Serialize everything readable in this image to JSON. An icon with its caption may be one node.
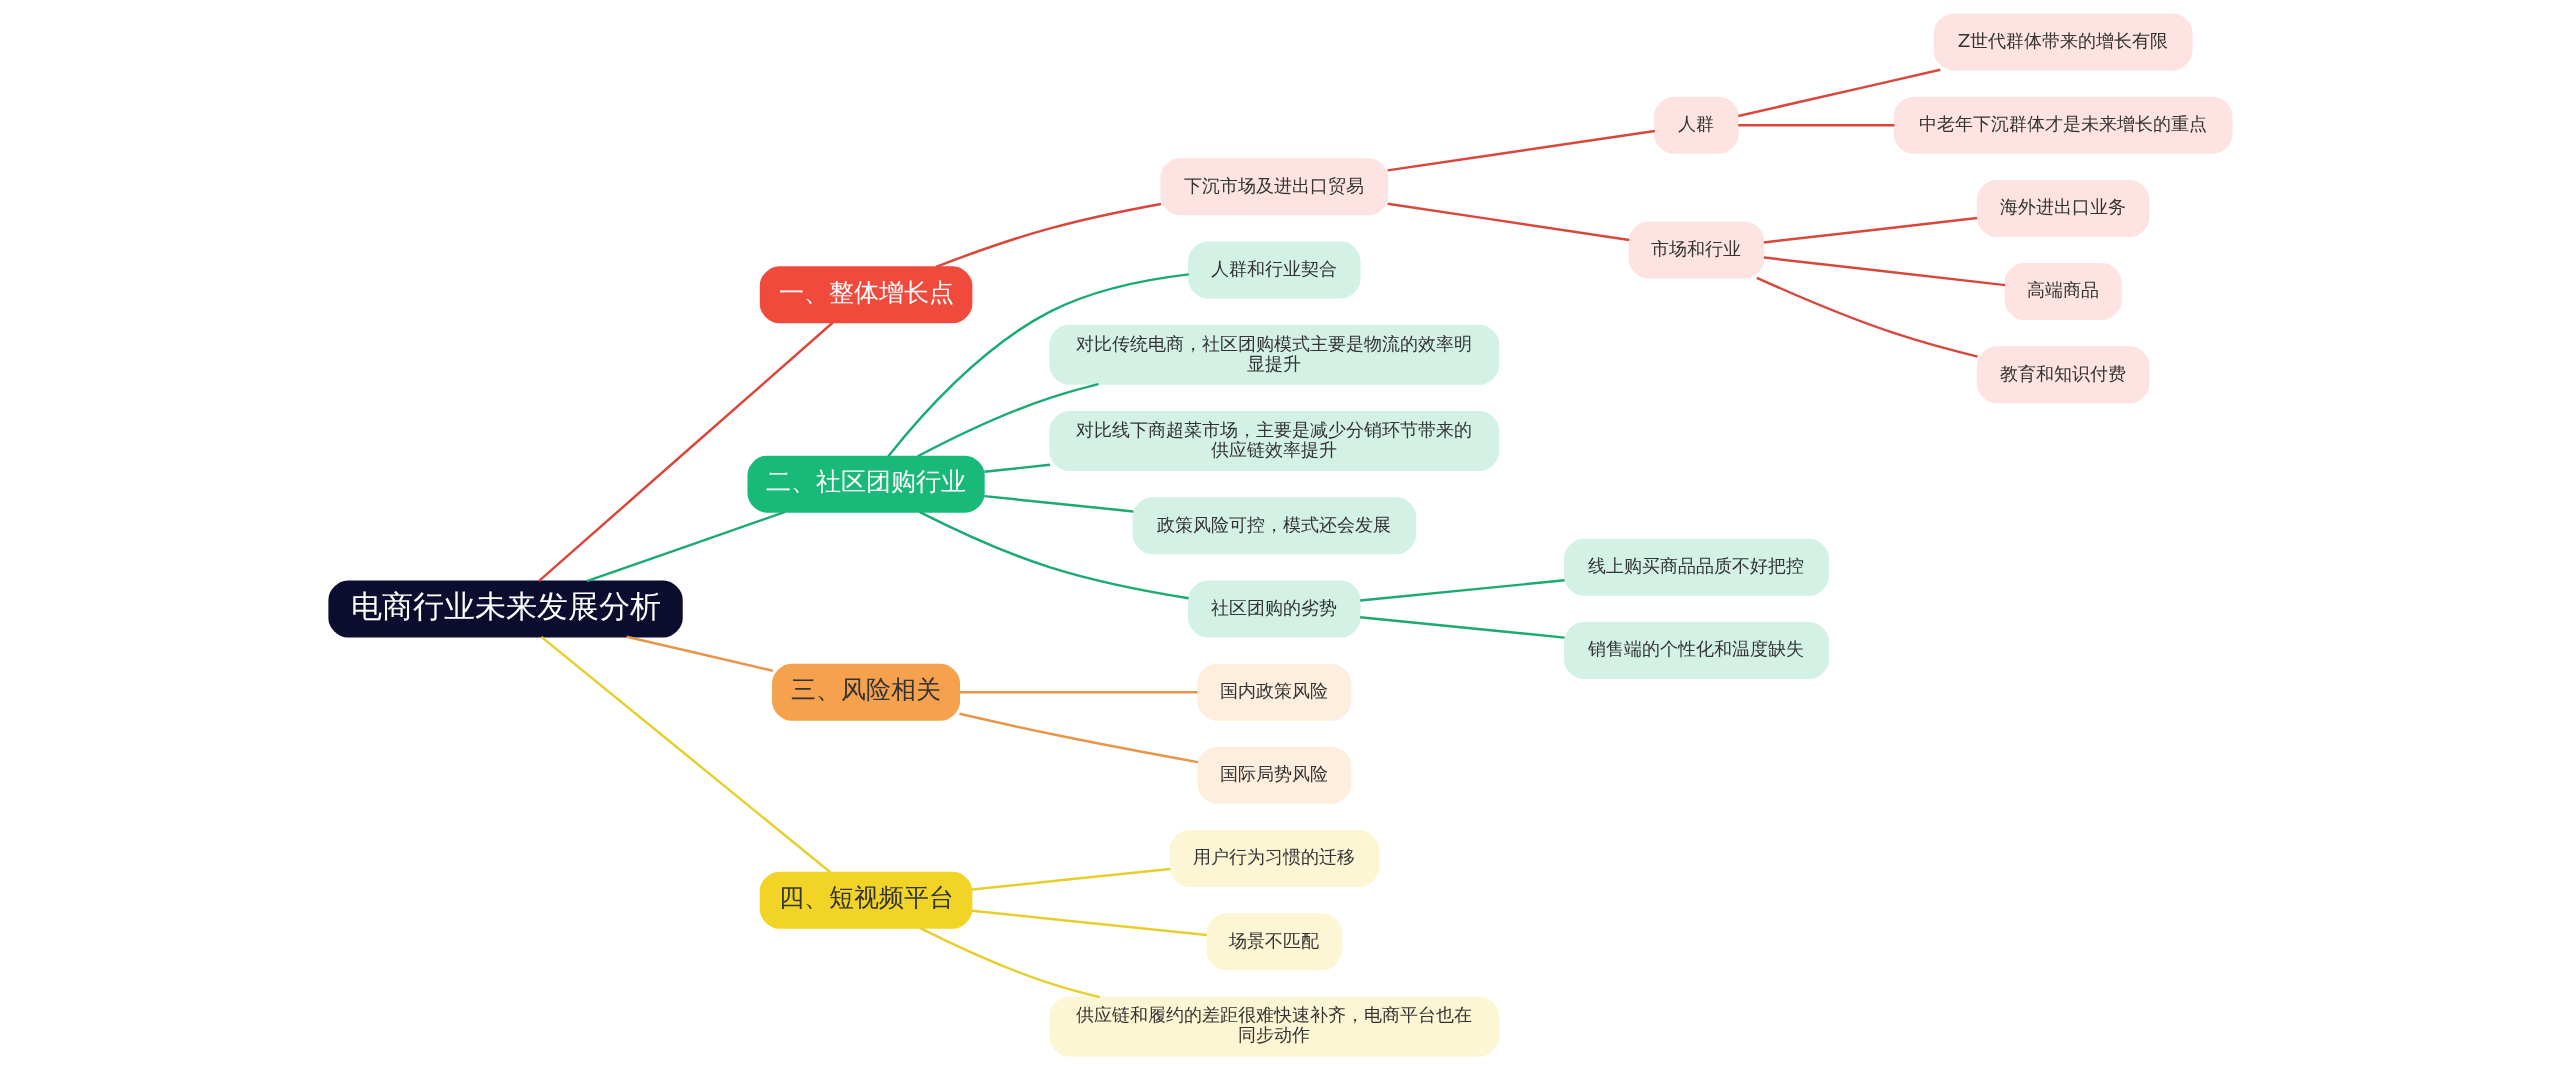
{
  "diagram": {
    "nodes": [
      {
        "text": [
          "电商行业未来发展分析"
        ]
      },
      {
        "text": [
          "一、整体增长点"
        ]
      },
      {
        "text": [
          "下沉市场及进出口贸易"
        ]
      },
      {
        "text": [
          "人群"
        ]
      },
      {
        "text": [
          "Z世代群体带来的增长有限"
        ]
      },
      {
        "text": [
          "中老年下沉群体才是未来增长的重点"
        ]
      },
      {
        "text": [
          "市场和行业"
        ]
      },
      {
        "text": [
          "海外进出口业务"
        ]
      },
      {
        "text": [
          "高端商品"
        ]
      },
      {
        "text": [
          "教育和知识付费"
        ]
      },
      {
        "text": [
          "二、社区团购行业"
        ]
      },
      {
        "text": [
          "人群和行业契合"
        ]
      },
      {
        "text": [
          "对比传统电商，社区团购模式主要是物流的效率明显提升"
        ]
      },
      {
        "text": [
          "对比线下商超菜市场，主要是减少分销环节带来的供应链效率提升"
        ]
      },
      {
        "text": [
          "政策风险可控，模式还会发展"
        ]
      },
      {
        "text": [
          "社区团购的劣势"
        ]
      },
      {
        "text": [
          "线上购买商品品质不好把控"
        ]
      },
      {
        "text": [
          "销售端的个性化和温度缺失"
        ]
      },
      {
        "text": [
          "三、风险相关"
        ]
      },
      {
        "text": [
          "国内政策风险"
        ]
      },
      {
        "text": [
          "国际局势风险"
        ]
      },
      {
        "text": [
          "四、短视频平台"
        ]
      },
      {
        "text": [
          "用户行为习惯的迁移"
        ]
      },
      {
        "text": [
          "场景不匹配"
        ]
      },
      {
        "text": [
          "供应链和履约的差距很难快速补齐，电商平台也在同步动作"
        ]
      }
    ],
    "edges": [
      {
        "from": 0,
        "to": 1,
        "arrow": "none",
        "color": "#d9473c"
      },
      {
        "from": 1,
        "to": 2,
        "arrow": "none",
        "color": "#d9473c"
      },
      {
        "from": 2,
        "to": 3,
        "arrow": "none",
        "color": "#d9473c"
      },
      {
        "from": 3,
        "to": 4,
        "arrow": "none",
        "color": "#d9473c"
      },
      {
        "from": 3,
        "to": 5,
        "arrow": "none",
        "color": "#d9473c"
      },
      {
        "from": 2,
        "to": 6,
        "arrow": "none",
        "color": "#d9473c"
      },
      {
        "from": 6,
        "to": 7,
        "arrow": "none",
        "color": "#d9473c"
      },
      {
        "from": 6,
        "to": 8,
        "arrow": "none",
        "color": "#d9473c"
      },
      {
        "from": 6,
        "to": 9,
        "arrow": "none",
        "color": "#d9473c"
      },
      {
        "from": 0,
        "to": 10,
        "arrow": "none",
        "color": "#1aaa72"
      },
      {
        "from": 10,
        "to": 11,
        "arrow": "none",
        "color": "#1aaa72"
      },
      {
        "from": 10,
        "to": 12,
        "arrow": "none",
        "color": "#1aaa72"
      },
      {
        "from": 10,
        "to": 13,
        "arrow": "none",
        "color": "#1aaa72"
      },
      {
        "from": 10,
        "to": 14,
        "arrow": "none",
        "color": "#1aaa72"
      },
      {
        "from": 10,
        "to": 15,
        "arrow": "none",
        "color": "#1aaa72"
      },
      {
        "from": 15,
        "to": 16,
        "arrow": "none",
        "color": "#1aaa72"
      },
      {
        "from": 15,
        "to": 17,
        "arrow": "none",
        "color": "#1aaa72"
      },
      {
        "from": 0,
        "to": 18,
        "arrow": "none",
        "color": "#e8954a"
      },
      {
        "from": 18,
        "to": 19,
        "arrow": "none",
        "color": "#e8954a"
      },
      {
        "from": 18,
        "to": 20,
        "arrow": "none",
        "color": "#e8954a"
      },
      {
        "from": 0,
        "to": 21,
        "arrow": "none",
        "color": "#e6cf2c"
      },
      {
        "from": 21,
        "to": 22,
        "arrow": "none",
        "color": "#e6cf2c"
      },
      {
        "from": 21,
        "to": 23,
        "arrow": "none",
        "color": "#e6cf2c"
      },
      {
        "from": 21,
        "to": 24,
        "arrow": "none",
        "color": "#e6cf2c"
      }
    ]
  }
}
